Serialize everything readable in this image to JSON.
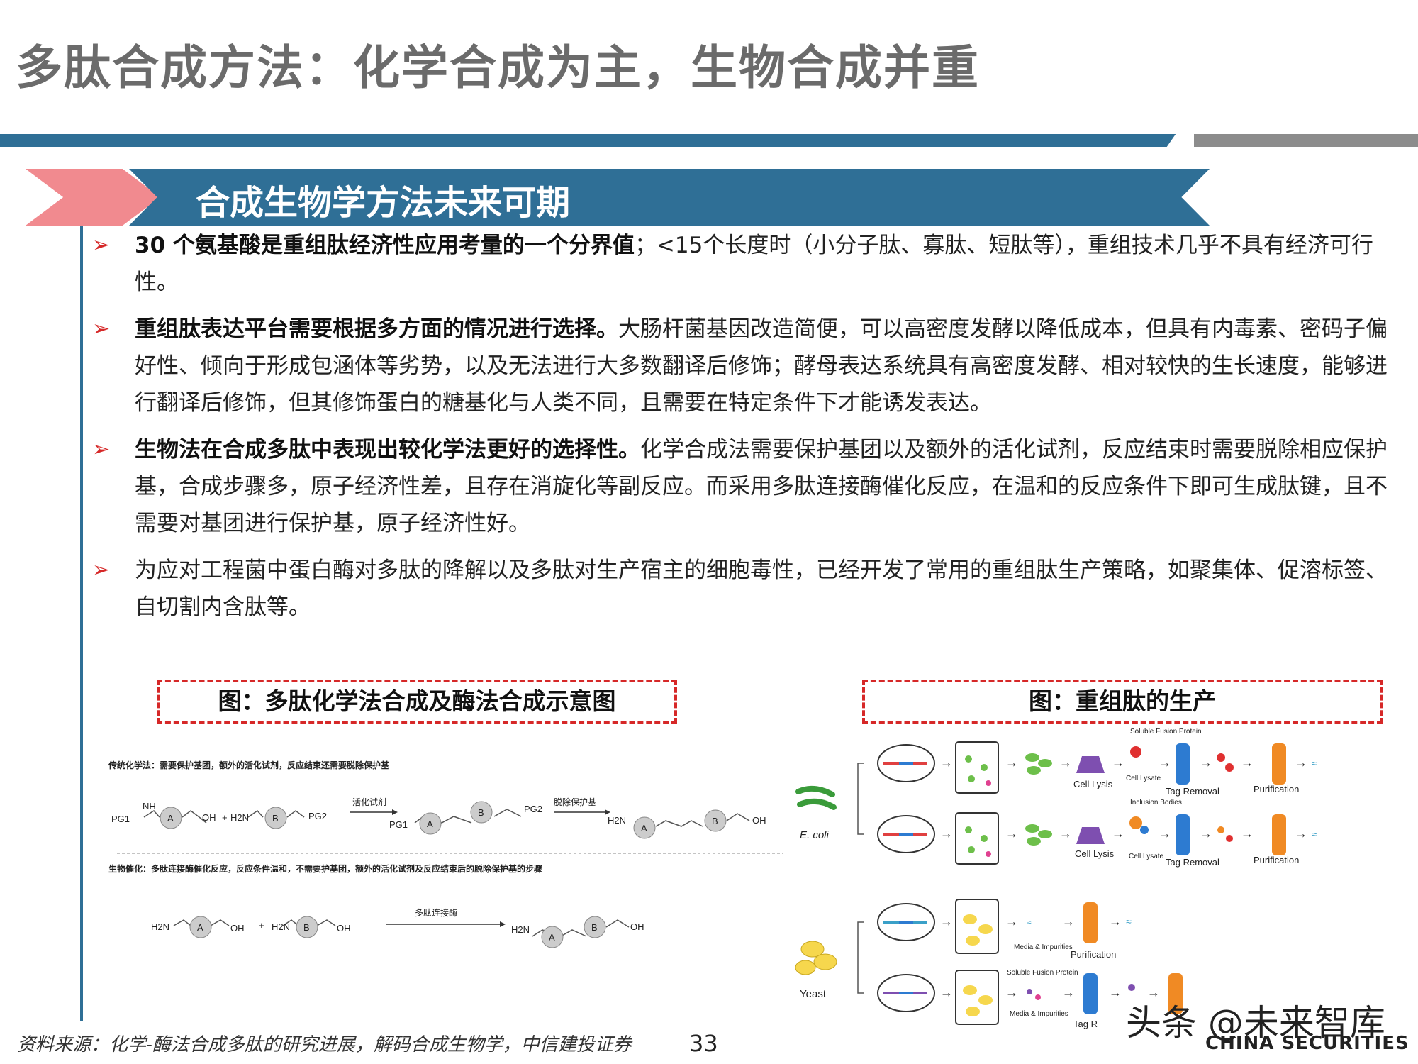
{
  "header": {
    "title": "多肽合成方法：化学合成为主，生物合成并重"
  },
  "section": {
    "title": "合成生物学方法未来可期"
  },
  "bullets": [
    {
      "bold": "30 个氨基酸是重组肽经济性应用考量的一个分界值",
      "text": "；<15个长度时（小分子肽、寡肽、短肽等），重组技术几乎不具有经济可行性。"
    },
    {
      "bold": "重组肽表达平台需要根据多方面的情况进行选择。",
      "text": "大肠杆菌基因改造简便，可以高密度发酵以降低成本，但具有内毒素、密码子偏好性、倾向于形成包涵体等劣势，以及无法进行大多数翻译后修饰；酵母表达系统具有高密度发酵、相对较快的生长速度，能够进行翻译后修饰，但其修饰蛋白的糖基化与人类不同，且需要在特定条件下才能诱发表达。"
    },
    {
      "bold": "生物法在合成多肽中表现出较化学法更好的选择性。",
      "text": "化学合成法需要保护基团以及额外的活化试剂，反应结束时需要脱除相应保护基，合成步骤多，原子经济性差，且存在消旋化等副反应。而采用多肽连接酶催化反应，在温和的反应条件下即可生成肽键，且不需要对基团进行保护基，原子经济性好。"
    },
    {
      "bold": "",
      "text": "为应对工程菌中蛋白酶对多肽的降解以及多肽对生产宿主的细胞毒性，已经开发了常用的重组肽生产策略，如聚集体、促溶标签、自切割内含肽等。"
    }
  ],
  "figures": {
    "left_title": "图：多肽化学法合成及酶法合成示意图",
    "right_title": "图：重组肽的生产"
  },
  "chem": {
    "caption_top": "传统化学法：需要保护基团，额外的活化试剂，反应结束还需要脱除保护基",
    "caption_bottom": "生物催化：多肽连接酶催化反应，反应条件温和，不需要护基团，额外的活化试剂及反应结束后的脱除保护基的步骤",
    "reagent1": "活化试剂",
    "reagent2": "脱除保护基",
    "reagent3": "多肽连接酶",
    "pg1": "PG1",
    "pg2": "PG2",
    "nh": "NH",
    "h2n": "H2N",
    "oh": "OH",
    "h": "H",
    "n": "N",
    "o": "O",
    "a": "A",
    "b": "B",
    "plus": "+"
  },
  "bio": {
    "ecoli": "E. coli",
    "yeast": "Yeast",
    "soluble_fusion": "Soluble Fusion Protein",
    "inclusion_bodies": "Inclusion Bodies",
    "cell_lysis": "Cell Lysis",
    "cell_lysate": "Cell Lysate",
    "tag_removal": "Tag Removal",
    "purification": "Purification",
    "media_impurities": "Media & Impurities",
    "tag_partial": "Tag R"
  },
  "footer": {
    "source": "资料来源：化学-酶法合成多肽的研究进展，解码合成生物学，中信建投证券",
    "page": "33",
    "watermark": "头条 @未来智库",
    "logo": "CHINA SECURITIES"
  },
  "colors": {
    "accent_blue": "#2f6f96",
    "accent_pink": "#f18a8f",
    "accent_red": "#d62828",
    "title_gray": "#6b6b6b"
  }
}
